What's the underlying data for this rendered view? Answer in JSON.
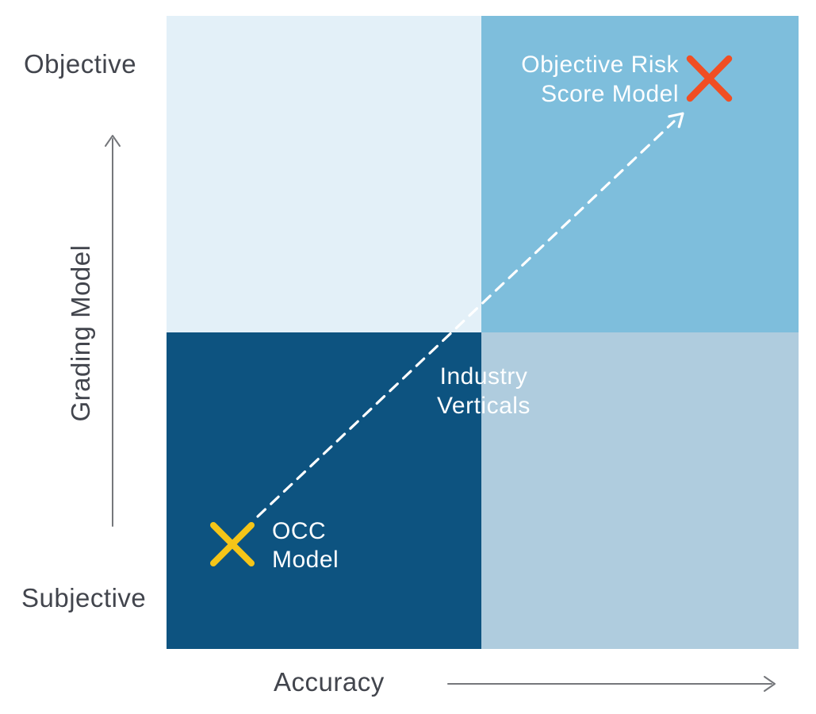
{
  "diagram": {
    "kind": "quadrant-matrix",
    "axes": {
      "y_label": "Grading Model",
      "y_top_tick": "Objective",
      "y_bottom_tick": "Subjective",
      "x_label": "Accuracy"
    },
    "quadrants": {
      "top_left": {
        "color": "#E3F0F8"
      },
      "top_right": {
        "color": "#7EBEDC"
      },
      "bottom_left": {
        "color": "#0D5380"
      },
      "bottom_right": {
        "color": "#AFCCDE"
      }
    },
    "markers": {
      "occ": {
        "label_line1": "OCC",
        "label_line2": "Model",
        "marker": "x",
        "color": "#F5C518",
        "quadrant": "bottom_left"
      },
      "objective_risk": {
        "label_line1": "Objective Risk",
        "label_line2": "Score Model",
        "marker": "x",
        "color": "#F14E23",
        "quadrant": "top_right"
      }
    },
    "center_annotation": {
      "line1": "Industry",
      "line2": "Verticals"
    },
    "trajectory_arrow": {
      "from": "OCC Model",
      "to": "Objective Risk Score Model",
      "style": "dashed",
      "color": "#FFFFFF"
    },
    "colors": {
      "axis_text": "#42454D",
      "axis_arrow": "#75777B",
      "label_text": "#FDFEFF"
    }
  },
  "chart_data": {
    "type": "scatter",
    "title": "",
    "xlabel": "Accuracy",
    "ylabel": "Grading Model",
    "x_tick_labels": [],
    "y_tick_labels": [
      "Subjective",
      "Objective"
    ],
    "xlim": [
      0,
      1
    ],
    "ylim": [
      0,
      1
    ],
    "grid": false,
    "legend": false,
    "points": [
      {
        "name": "OCC Model",
        "x": 0.1,
        "y": 0.17,
        "marker": "x",
        "color": "#F5C518"
      },
      {
        "name": "Objective Risk Score Model",
        "x": 0.86,
        "y": 0.9,
        "marker": "x",
        "color": "#F14E23"
      }
    ],
    "annotations": [
      {
        "text": "Industry Verticals",
        "x": 0.5,
        "y": 0.41,
        "color": "#FFFFFF"
      },
      {
        "text": "white dashed arrow from OCC Model toward Objective Risk Score Model"
      }
    ]
  }
}
